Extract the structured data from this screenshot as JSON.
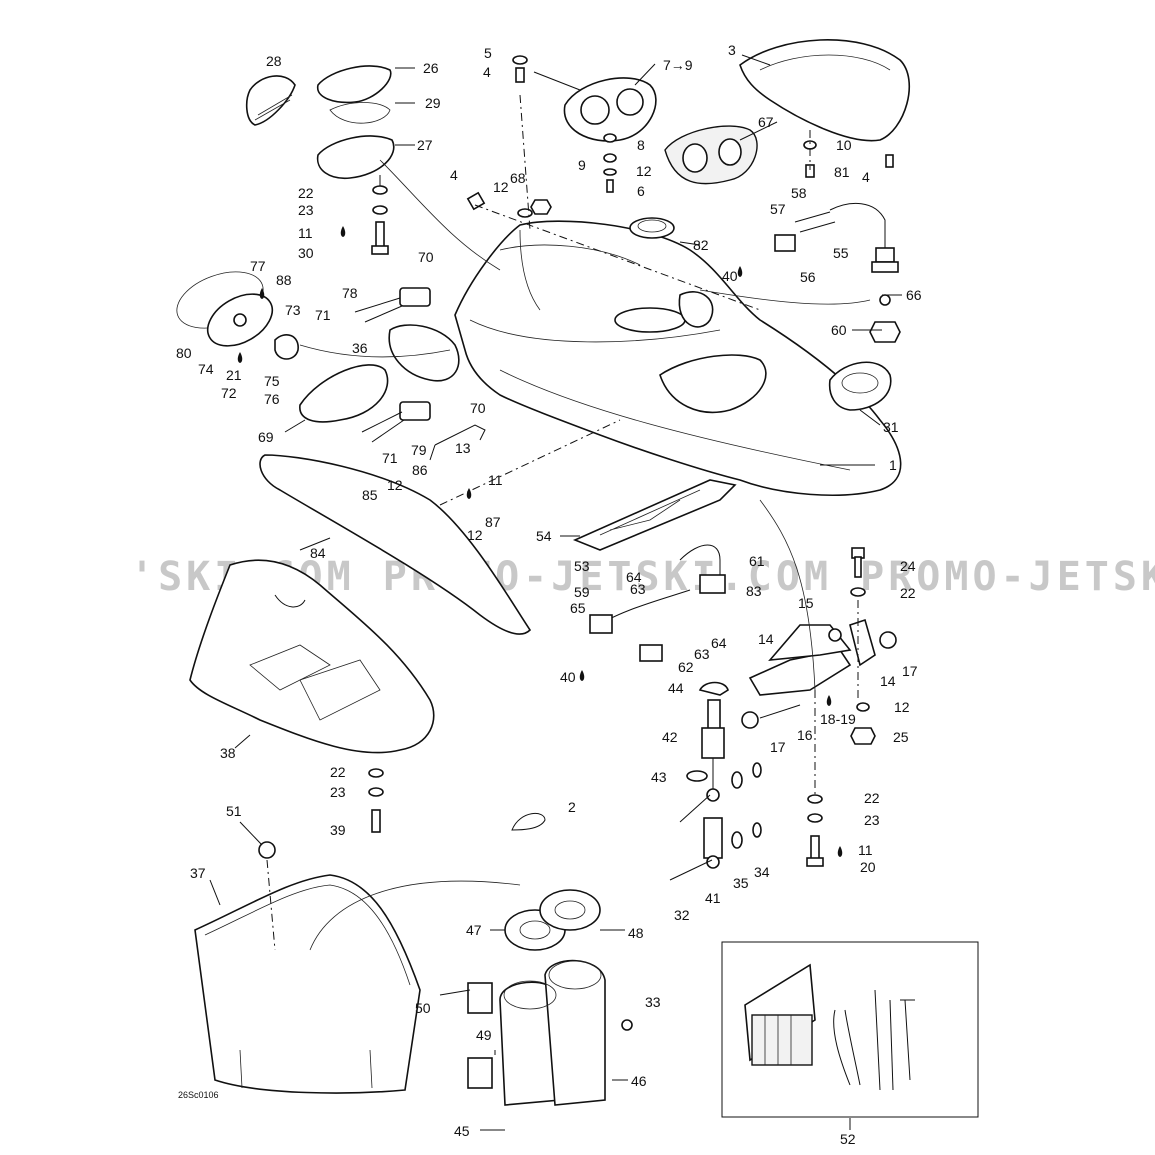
{
  "watermark": "'SKI.COM   PROMO-JETSKI.COM   PROMO-JETSKI.COM",
  "drawing_code": "26Sc0106",
  "callouts": {
    "c1": "1",
    "c2": "2",
    "c3": "3",
    "c4a": "4",
    "c4b": "4",
    "c4c": "4",
    "c5": "5",
    "c6": "6",
    "c79": "7→9",
    "c8": "8",
    "c9": "9",
    "c10": "10",
    "c11a": "11",
    "c11b": "11",
    "c11c": "11",
    "c12a": "12",
    "c12b": "12",
    "c12c": "12",
    "c12d": "12",
    "c12e": "12",
    "c13": "13",
    "c14a": "14",
    "c14b": "14",
    "c15": "15",
    "c16": "16",
    "c17a": "17",
    "c17b": "17",
    "c1819": "18-19",
    "c20": "20",
    "c21": "21",
    "c22a": "22",
    "c22b": "22",
    "c22c": "22",
    "c22d": "22",
    "c23a": "23",
    "c23b": "23",
    "c23c": "23",
    "c24": "24",
    "c25": "25",
    "c26": "26",
    "c27": "27",
    "c28": "28",
    "c29": "29",
    "c30": "30",
    "c31": "31",
    "c32": "32",
    "c33": "33",
    "c34": "34",
    "c35": "35",
    "c36": "36",
    "c37": "37",
    "c38": "38",
    "c39": "39",
    "c40a": "40",
    "c40b": "40",
    "c41": "41",
    "c42": "42",
    "c43": "43",
    "c44": "44",
    "c45": "45",
    "c46": "46",
    "c47": "47",
    "c48": "48",
    "c49": "49",
    "c50": "50",
    "c51": "51",
    "c52": "52",
    "c53": "53",
    "c54": "54",
    "c55": "55",
    "c56": "56",
    "c57": "57",
    "c58": "58",
    "c59": "59",
    "c60": "60",
    "c61": "61",
    "c62": "62",
    "c63a": "63",
    "c63b": "63",
    "c64a": "64",
    "c64b": "64",
    "c65": "65",
    "c66": "66",
    "c67": "67",
    "c68": "68",
    "c69": "69",
    "c70a": "70",
    "c70b": "70",
    "c71a": "71",
    "c71b": "71",
    "c72": "72",
    "c73": "73",
    "c74": "74",
    "c75": "75",
    "c76": "76",
    "c77": "77",
    "c78": "78",
    "c79b": "79",
    "c80": "80",
    "c81": "81",
    "c82": "82",
    "c83": "83",
    "c84": "84",
    "c85": "85",
    "c86": "86",
    "c87": "87",
    "c88": "88"
  }
}
